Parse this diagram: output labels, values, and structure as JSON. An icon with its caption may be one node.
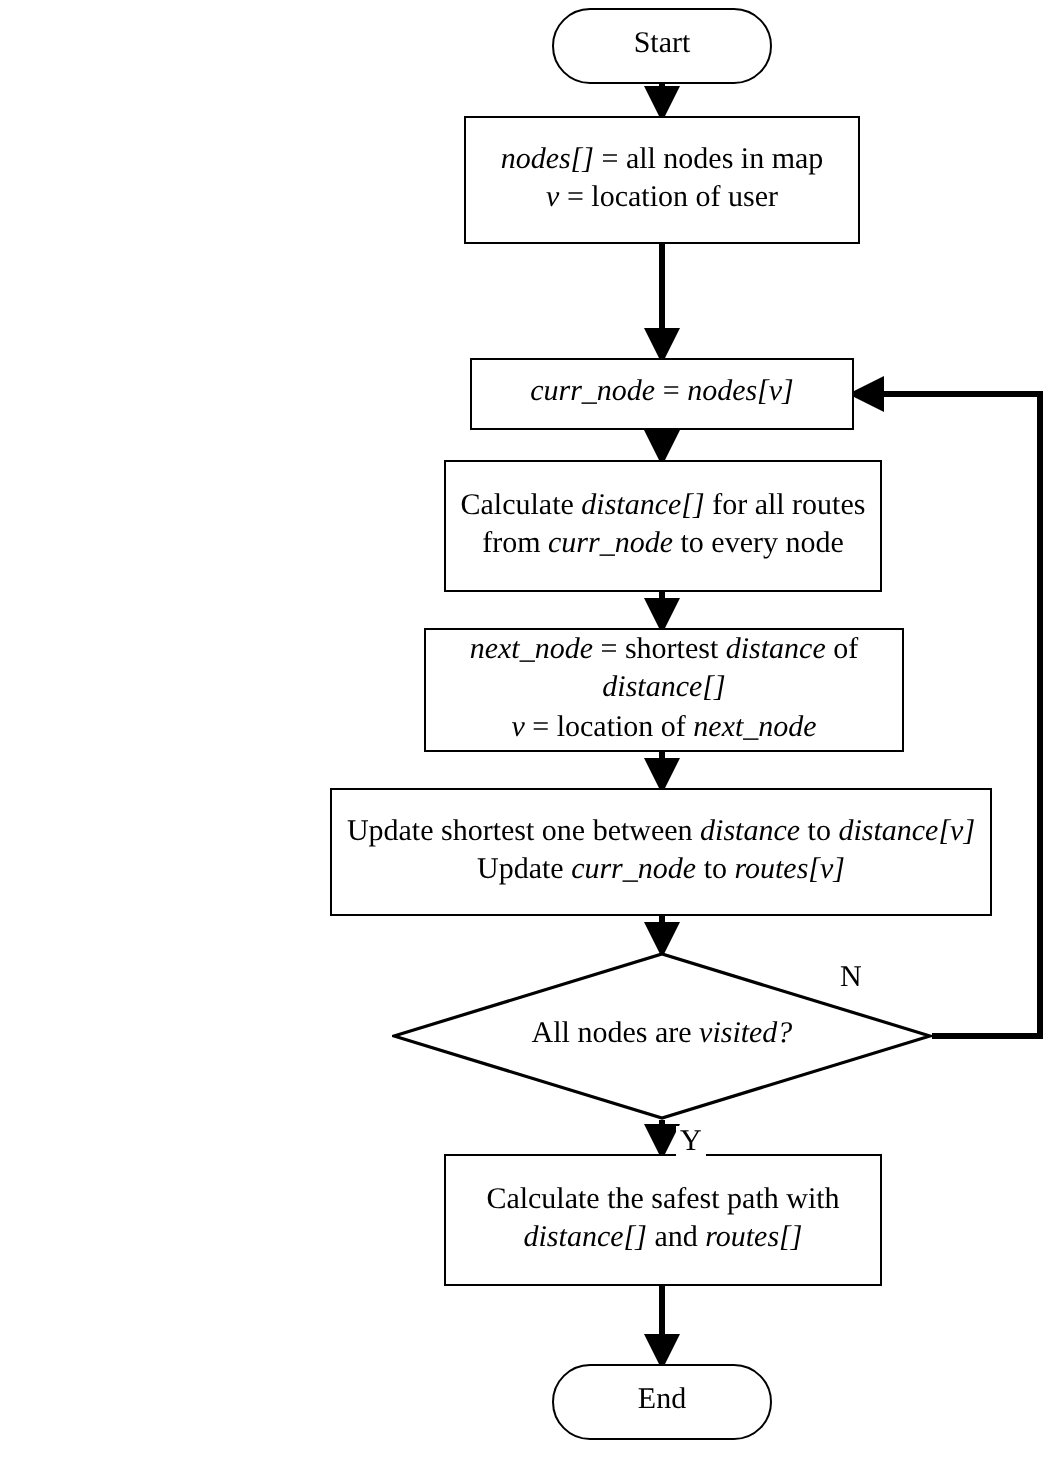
{
  "diagram": {
    "nodes": [
      {
        "text": [
          "Start"
        ]
      },
      {
        "text": [
          "*nodes[]* = all nodes in map",
          "*v* = location of user"
        ]
      },
      {
        "text": [
          "*curr_node* = *nodes[v]*"
        ]
      },
      {
        "text": [
          "Calculate *distance[]* for all routes from *curr_node* to every node"
        ]
      },
      {
        "text": [
          "*next_node* = shortest *distance* of *distance[]*",
          "*v* = location of *next_node*"
        ]
      },
      {
        "text": [
          "Update shortest one between *distance* to *distance[v]*",
          "Update *curr_node* to *routes[v]*"
        ]
      },
      {
        "text": [
          "All nodes are *visited?*"
        ]
      },
      {
        "text": [
          "Calculate the safest path with *distance[]* and *routes[]*"
        ]
      },
      {
        "text": [
          "End"
        ]
      }
    ],
    "edges": [
      {
        "from": 0,
        "to": 1,
        "arrow": "to"
      },
      {
        "from": 1,
        "to": 2,
        "arrow": "to"
      },
      {
        "from": 2,
        "to": 3,
        "arrow": "to"
      },
      {
        "from": 3,
        "to": 4,
        "arrow": "to"
      },
      {
        "from": 4,
        "to": 5,
        "arrow": "to"
      },
      {
        "from": 5,
        "to": 6,
        "arrow": "to"
      },
      {
        "from": 6,
        "to": 7,
        "arrow": "to",
        "label": "Y"
      },
      {
        "from": 7,
        "to": 8,
        "arrow": "to"
      },
      {
        "from": 6,
        "to": 2,
        "arrow": "to",
        "label": "N"
      }
    ]
  }
}
